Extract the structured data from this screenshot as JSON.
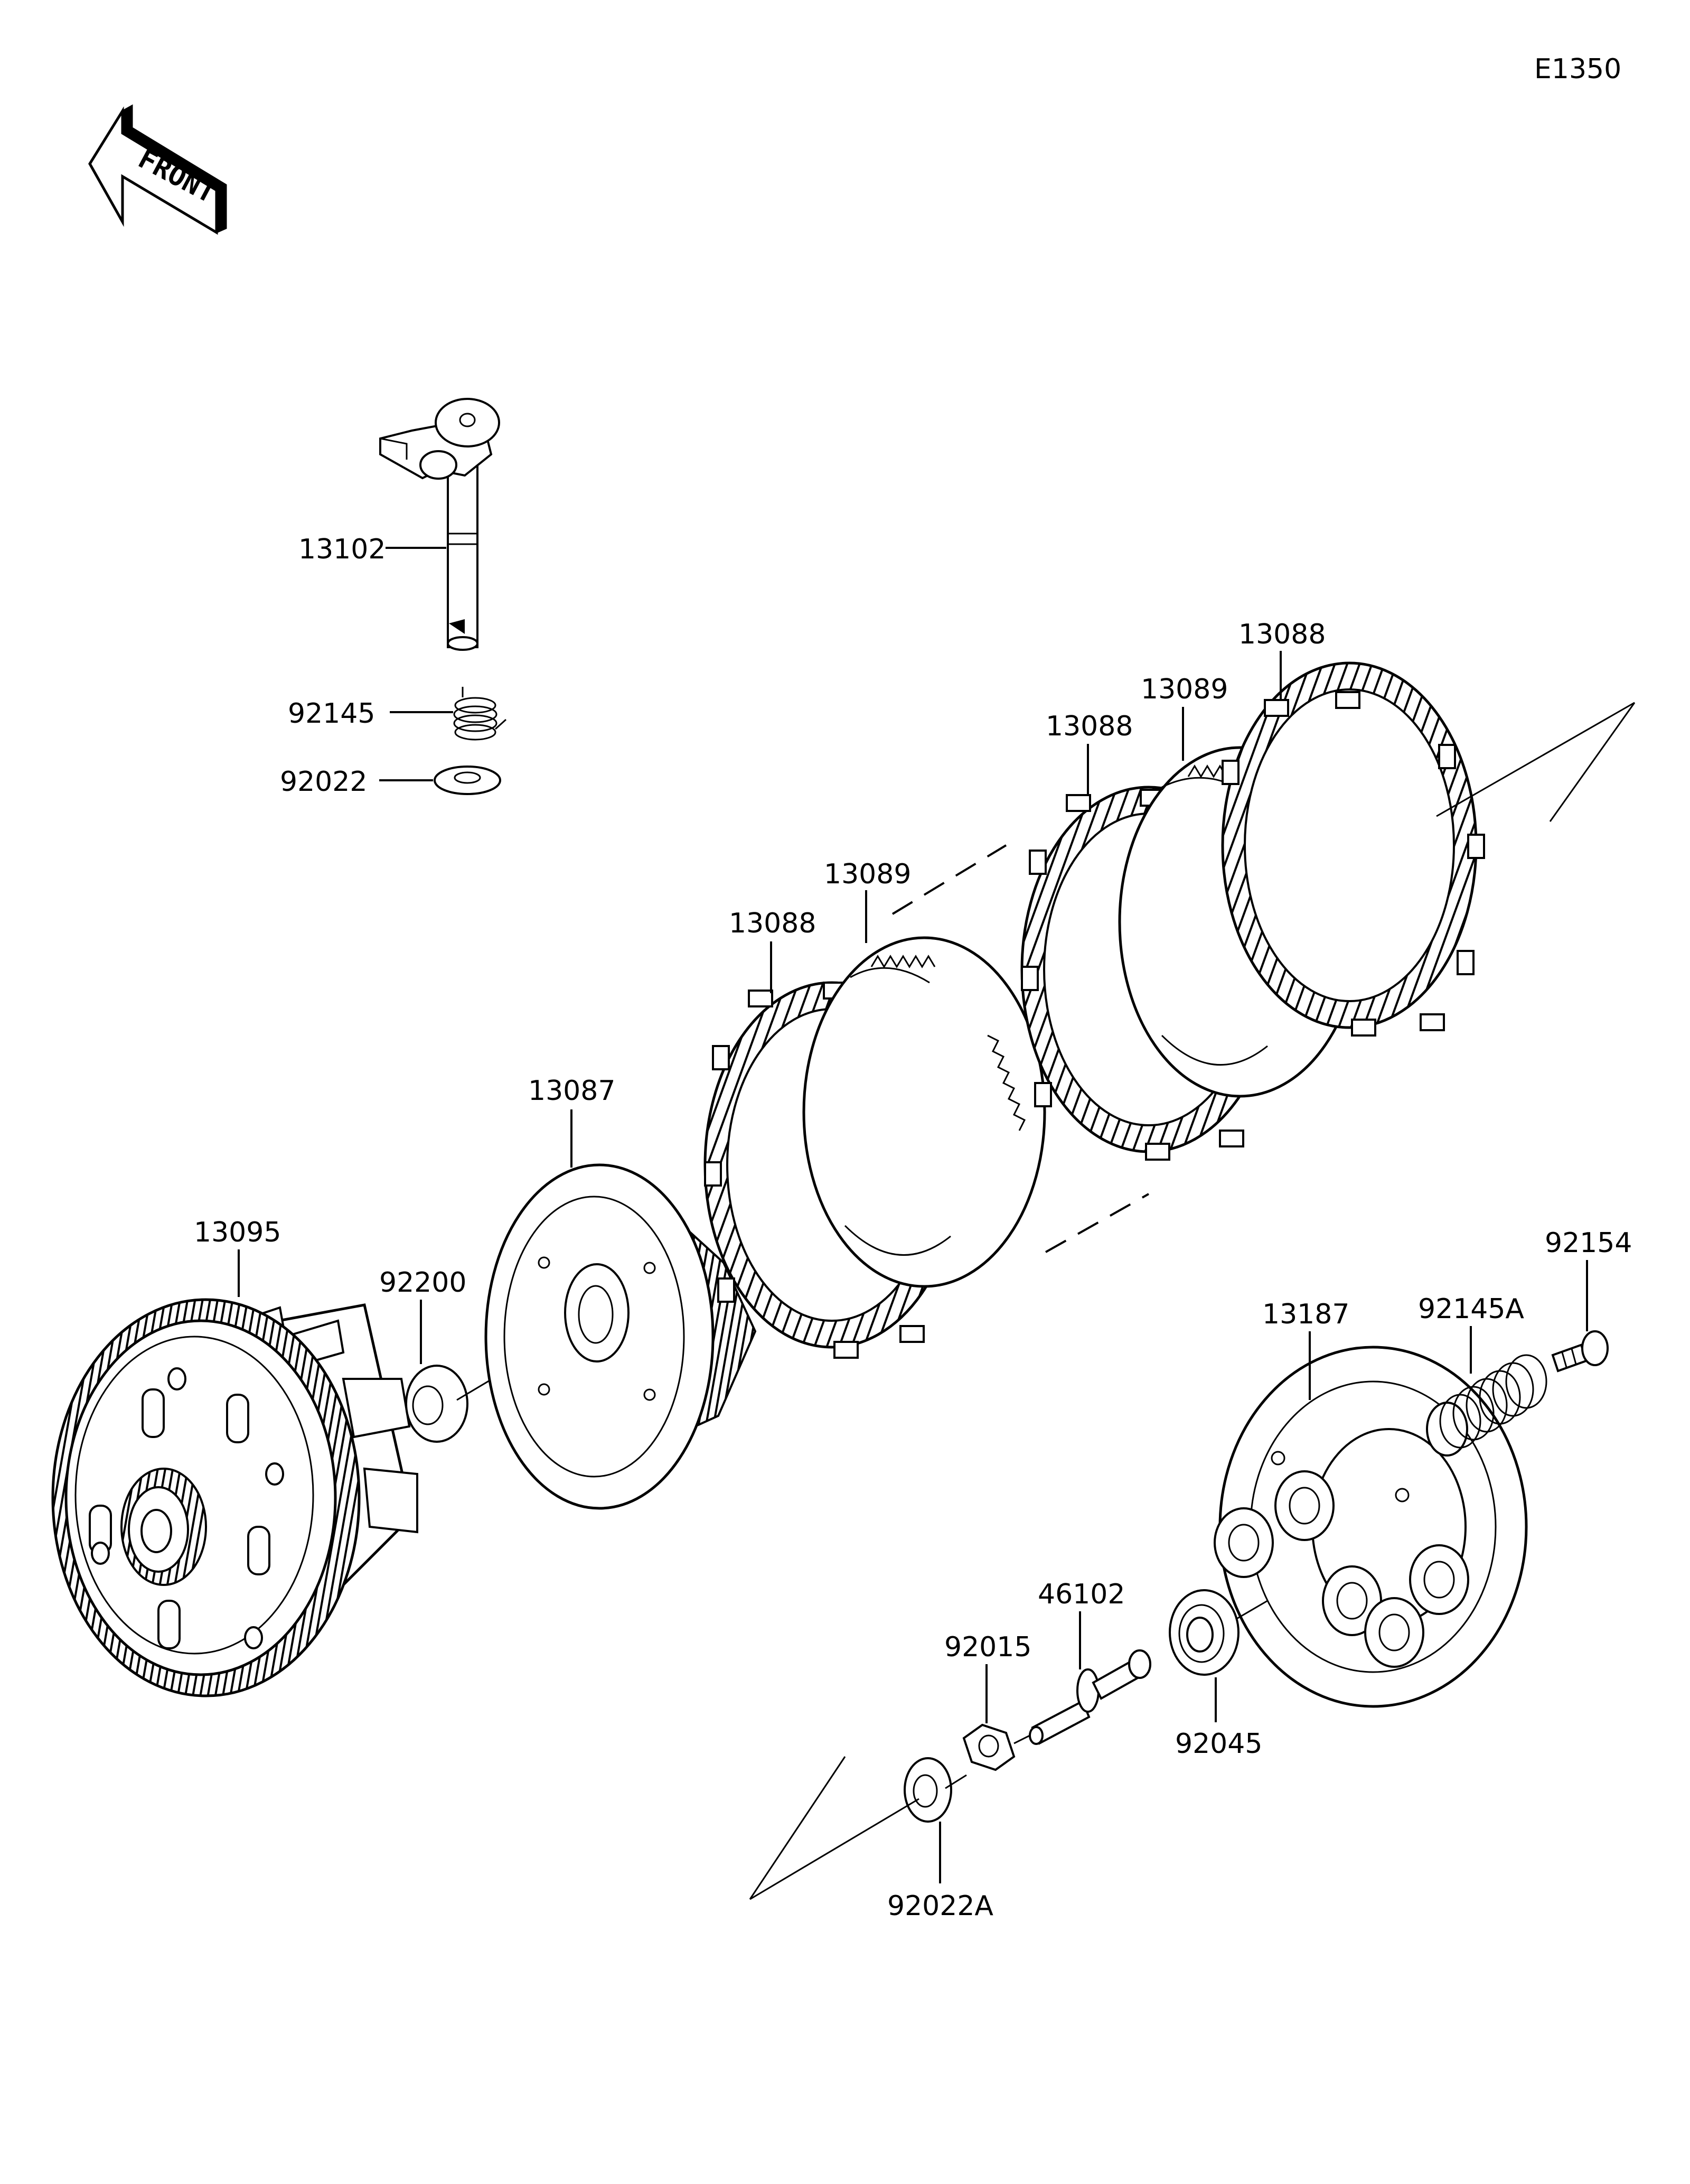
{
  "diagram": {
    "code": "E1350",
    "front_label": "FRONT",
    "part_labels": {
      "p13102": "13102",
      "p92145": "92145",
      "p92022": "92022",
      "p13088_top": "13088",
      "p13089_upper": "13089",
      "p13088_mid": "13088",
      "p13089_lower": "13089",
      "p13088_low": "13088",
      "p13087": "13087",
      "p13095": "13095",
      "p92200": "92200",
      "p92154": "92154",
      "p13187": "13187",
      "p92145A": "92145A",
      "p46102": "46102",
      "p92015": "92015",
      "p92045": "92045",
      "p92022A": "92022A"
    }
  }
}
